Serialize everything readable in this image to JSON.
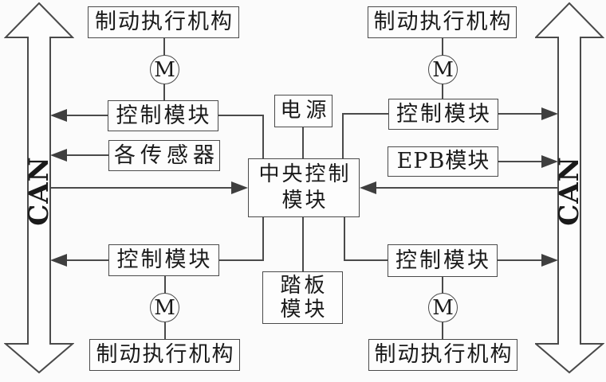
{
  "diagram": {
    "type": "block-diagram-brake-system",
    "colors": {
      "background": "#fbfbfb",
      "line": "#4a4a4a",
      "arrowhead": "#3f3f3f",
      "text": "#1a1a1a"
    },
    "labels": {
      "can": "CAN",
      "brake_actuator": "制动执行机构",
      "motor": "M",
      "control_module": "控制模块",
      "sensors": "各传感器",
      "power": "电源",
      "central_control_line1": "中央控制",
      "central_control_line2": "模块",
      "epb": "EPB模块",
      "pedal_line1": "踏板",
      "pedal_line2": "模块"
    }
  }
}
